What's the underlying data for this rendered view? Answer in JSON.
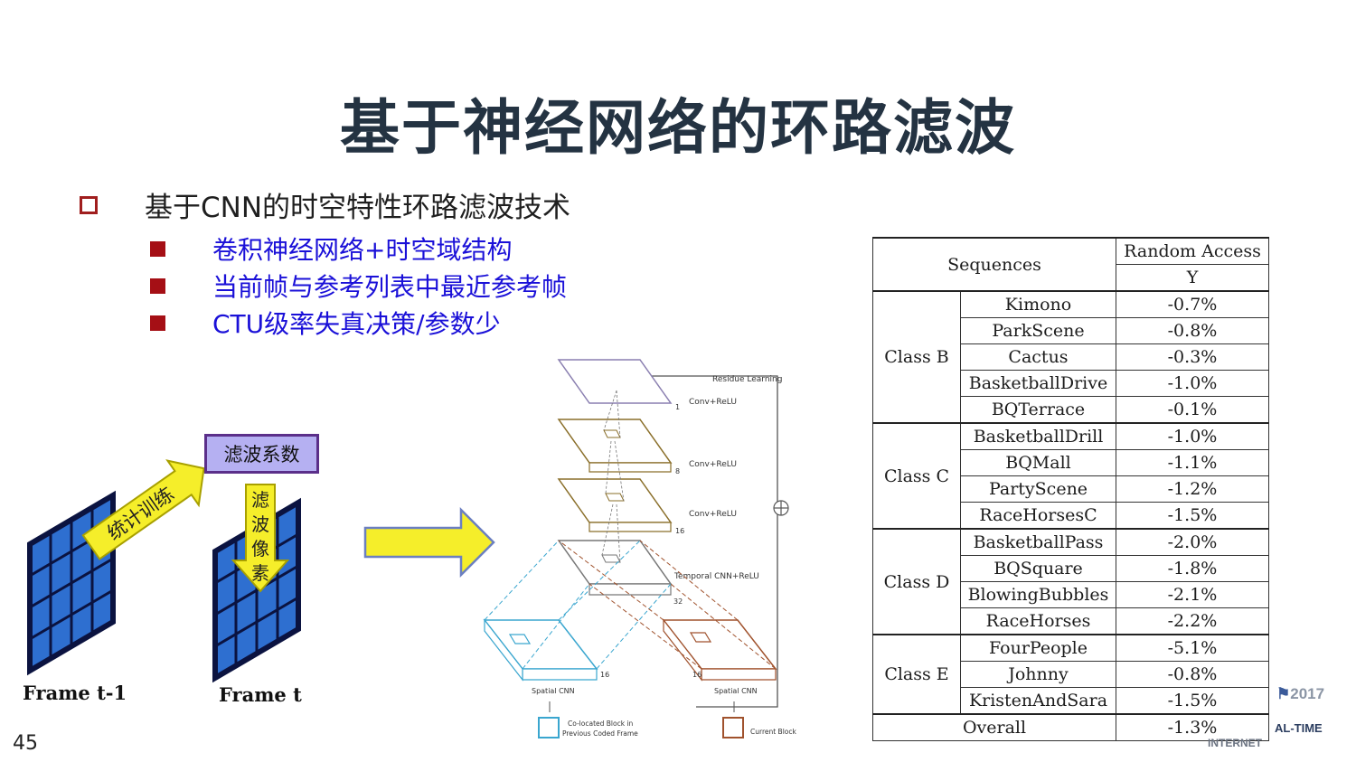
{
  "slide": {
    "title": "基于神经网络的环路滤波",
    "bullet_main": "基于CNN的时空特性环路滤波技术",
    "sub_bullets": [
      "卷积神经网络+时空域结构",
      "当前帧与参考列表中最近参考帧",
      "CTU级率失真决策/参数少"
    ],
    "page_number": "45"
  },
  "diagram_left": {
    "frame_prev_label": "Frame t-1",
    "frame_cur_label": "Frame t",
    "coef_box_label": "滤波系数",
    "train_arrow_label": "统计训练",
    "filter_arrow_chars": [
      "滤",
      "波",
      "像",
      "素"
    ],
    "colors": {
      "grid_fill": "#2e6fd0",
      "grid_border": "#0b1340",
      "arrow_fill": "#f5ee2a",
      "arrow_stroke": "#a8a000",
      "box_fill": "#b5b0f2",
      "box_border": "#5b2f8a"
    }
  },
  "network": {
    "residue_label": "Residue Learning",
    "layers": [
      {
        "label": "Conv+ReLU",
        "channels": "1"
      },
      {
        "label": "Conv+ReLU",
        "channels": "8"
      },
      {
        "label": "Conv+ReLU",
        "channels": "16"
      },
      {
        "label": "Temporal CNN+ReLU",
        "channels": "32"
      }
    ],
    "left_branch": {
      "label": "Spatial CNN",
      "channels": "16"
    },
    "right_branch": {
      "label": "Spatial CNN",
      "channels": "16"
    },
    "legend_colocated": [
      "Co-located Block in",
      "Previous Coded Frame"
    ],
    "legend_current": "Current Block",
    "colors": {
      "left": "#3aa6cf",
      "right": "#a0522d",
      "layer": "#8a6f2a"
    }
  },
  "table": {
    "header_left": "Sequences",
    "header_right_top": "Random Access",
    "header_right_sub": "Y",
    "groups": [
      {
        "class": "Class B",
        "rows": [
          [
            "Kimono",
            "-0.7%"
          ],
          [
            "ParkScene",
            "-0.8%"
          ],
          [
            "Cactus",
            "-0.3%"
          ],
          [
            "BasketballDrive",
            "-1.0%"
          ],
          [
            "BQTerrace",
            "-0.1%"
          ]
        ]
      },
      {
        "class": "Class C",
        "rows": [
          [
            "BasketballDrill",
            "-1.0%"
          ],
          [
            "BQMall",
            "-1.1%"
          ],
          [
            "PartyScene",
            "-1.2%"
          ],
          [
            "RaceHorsesC",
            "-1.5%"
          ]
        ]
      },
      {
        "class": "Class D",
        "rows": [
          [
            "BasketballPass",
            "-2.0%"
          ],
          [
            "BQSquare",
            "-1.8%"
          ],
          [
            "BlowingBubbles",
            "-2.1%"
          ],
          [
            "RaceHorses",
            "-2.2%"
          ]
        ]
      },
      {
        "class": "Class E",
        "rows": [
          [
            "FourPeople",
            "-5.1%"
          ],
          [
            "Johnny",
            "-0.8%"
          ],
          [
            "KristenAndSara",
            "-1.5%"
          ]
        ]
      }
    ],
    "overall_label": "Overall",
    "overall_value": "-1.3%"
  },
  "watermark": {
    "year": "2017",
    "line2": "AL-TIME",
    "line3": "INTERNET"
  }
}
